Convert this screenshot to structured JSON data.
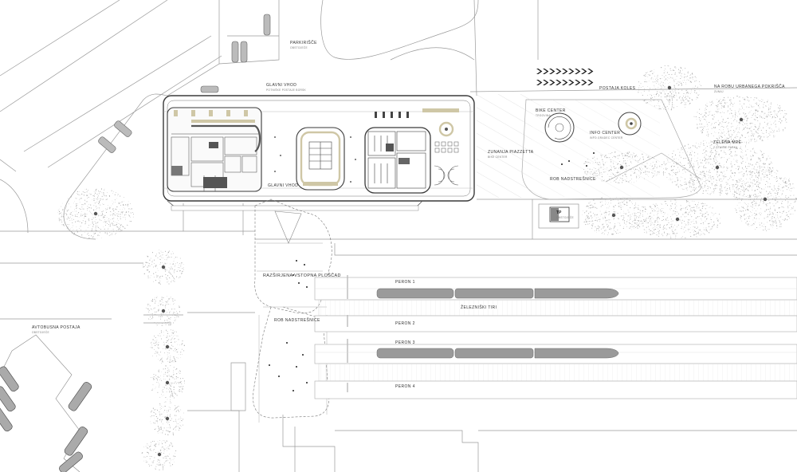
{
  "labels": {
    "parkirisce": "PARKIRIŠČE",
    "parkirisce_sub": "OBSTOJEČE",
    "glavni_vhod_top": "GLAVNI VHOD",
    "glavni_vhod_top_sub": "POTNIŠKE POSTAJE BORSK",
    "glavni_vhod_bottom": "GLAVNI VHOD",
    "postaja_koles": "POSTAJA KOLES",
    "na_robu": "NA ROBU URBANEGA POKRIŠČA",
    "na_robu_sub": "ZUNAJ",
    "bike_center": "BIKE CENTER",
    "bike_center_sub": "TRGOVINA",
    "info_center": "INFO CENTER",
    "info_center_sub": "INFO GRADEC CENTER",
    "zunanja_piazzetta": "ZUNANJA PIAZZETTA",
    "zunanja_piazzetta_sub": "BIKE CENTER",
    "rob_nadstresnice_top": "ROB NADSTREŠNICE",
    "zelena_mpe": "ZELENA MPE",
    "zelena_mpe_sub": "Z STAVBE PARKA",
    "tp": "TP",
    "tp_sub": "OBSTOJEČE",
    "razsirjena": "RAZŠIRJENA VSTOPNA PLOŠČAD",
    "rob_nadstresnice_bottom": "ROB NADSTREŠNICE",
    "peron1": "PERON 1",
    "zelezniski_tiri": "ŽELEZNIŠKI TIRI",
    "peron2": "PERON 2",
    "peron3": "PERON 3",
    "peron4": "PERON 4",
    "avtobusna_postaja": "AVTOBUSNA POSTAJA",
    "avtobusna_postaja_sub": "OBSTOJEČE"
  },
  "colors": {
    "line": "#8a8a8a",
    "light_line": "#c4c4c4",
    "wall": "#3a3a3a",
    "train": "#9a9a9a",
    "tree": "#a8a8a8",
    "accent": "#cfc7a6"
  },
  "icons": {
    "bike_arrows": "chevron-arrows-icon",
    "tree": "tree-canopy-icon",
    "bus": "bus-icon",
    "car": "parked-car-icon"
  }
}
